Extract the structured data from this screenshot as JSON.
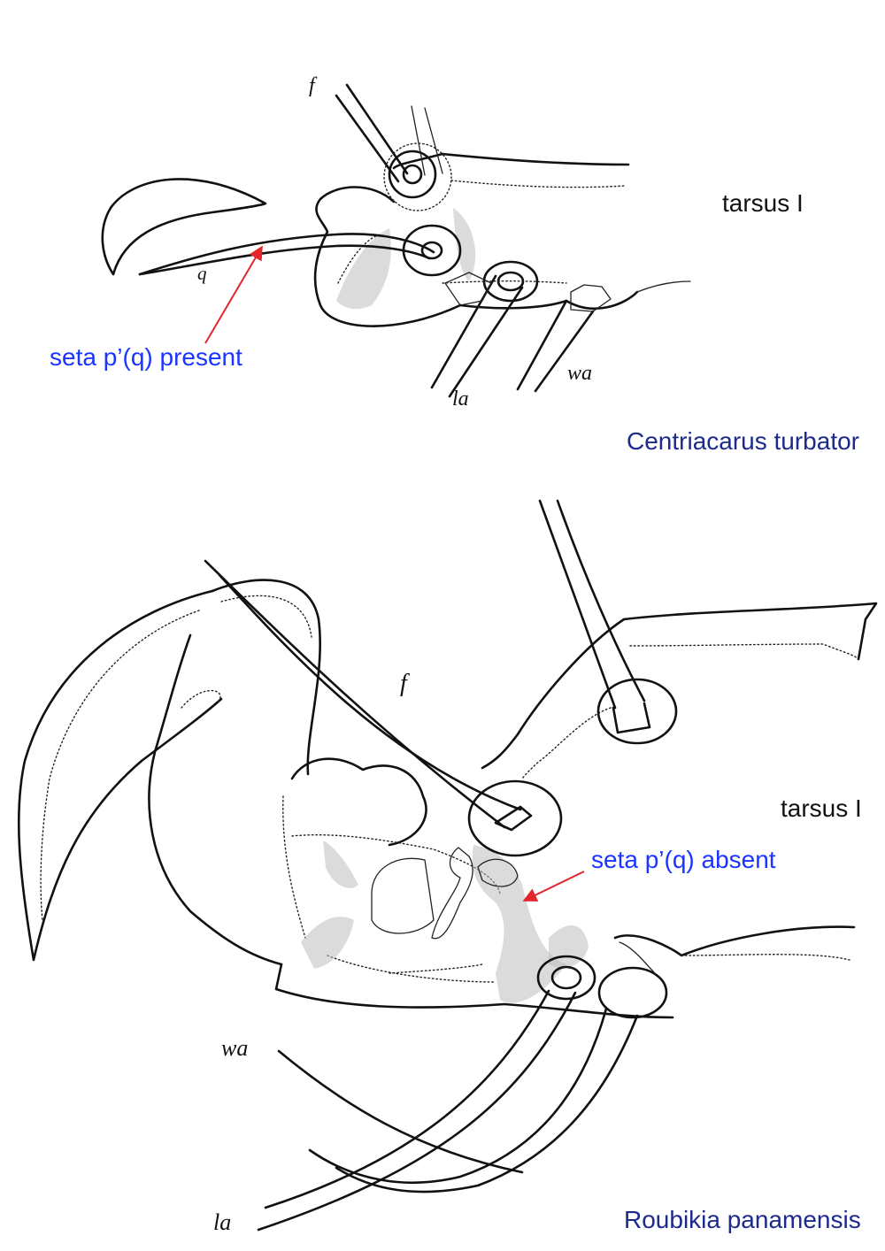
{
  "panels": [
    {
      "species_label": "Centriacarus turbator",
      "tarsus_label": "tarsus I",
      "callout_label": "seta p’(q) present",
      "seta_labels": {
        "f": "f",
        "q": "q",
        "la": "la",
        "wa": "wa"
      }
    },
    {
      "species_label": "Roubikia panamensis",
      "tarsus_label": "tarsus I",
      "callout_label": "seta p’(q) absent",
      "seta_labels": {
        "f": "f",
        "wa": "wa",
        "la": "la"
      }
    }
  ],
  "colors": {
    "callout_text": "#1a35ff",
    "species_text": "#1c2a8c",
    "label_text": "#111111",
    "arrow": "#e3262c"
  }
}
